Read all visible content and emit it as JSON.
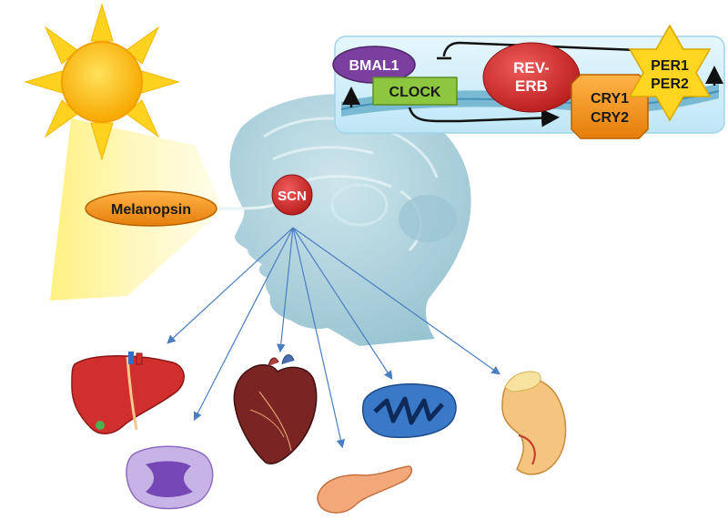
{
  "labels": {
    "melanopsin": "Melanopsin",
    "scn": "SCN",
    "bmal1": "BMAL1",
    "clock": "CLOCK",
    "rev_erb_line1": "REV-",
    "rev_erb_line2": "ERB",
    "cry1": "CRY1",
    "cry2": "CRY2",
    "per1": "PER1",
    "per2": "PER2"
  },
  "colors": {
    "sun_body": "#FFC20E",
    "sun_ray": "#FFD21F",
    "light_beam": "#FFF27A",
    "head": "#A9CFDA",
    "melanopsin": "#F5921E",
    "scn": "#D62B2B",
    "bmal1": "#7B3FA0",
    "clock": "#8DC63F",
    "rev_erb": "#D42A2A",
    "cry": "#F7941D",
    "per": "#FFD520",
    "inset_panel": "#D9F1FB",
    "arrow": "#4A7EC2"
  },
  "icons": [
    "sun-icon",
    "head-silhouette-icon",
    "liver-icon",
    "immune-cell-icon",
    "heart-icon",
    "pancreas-icon",
    "mitochondrion-icon",
    "kidney-icon"
  ]
}
